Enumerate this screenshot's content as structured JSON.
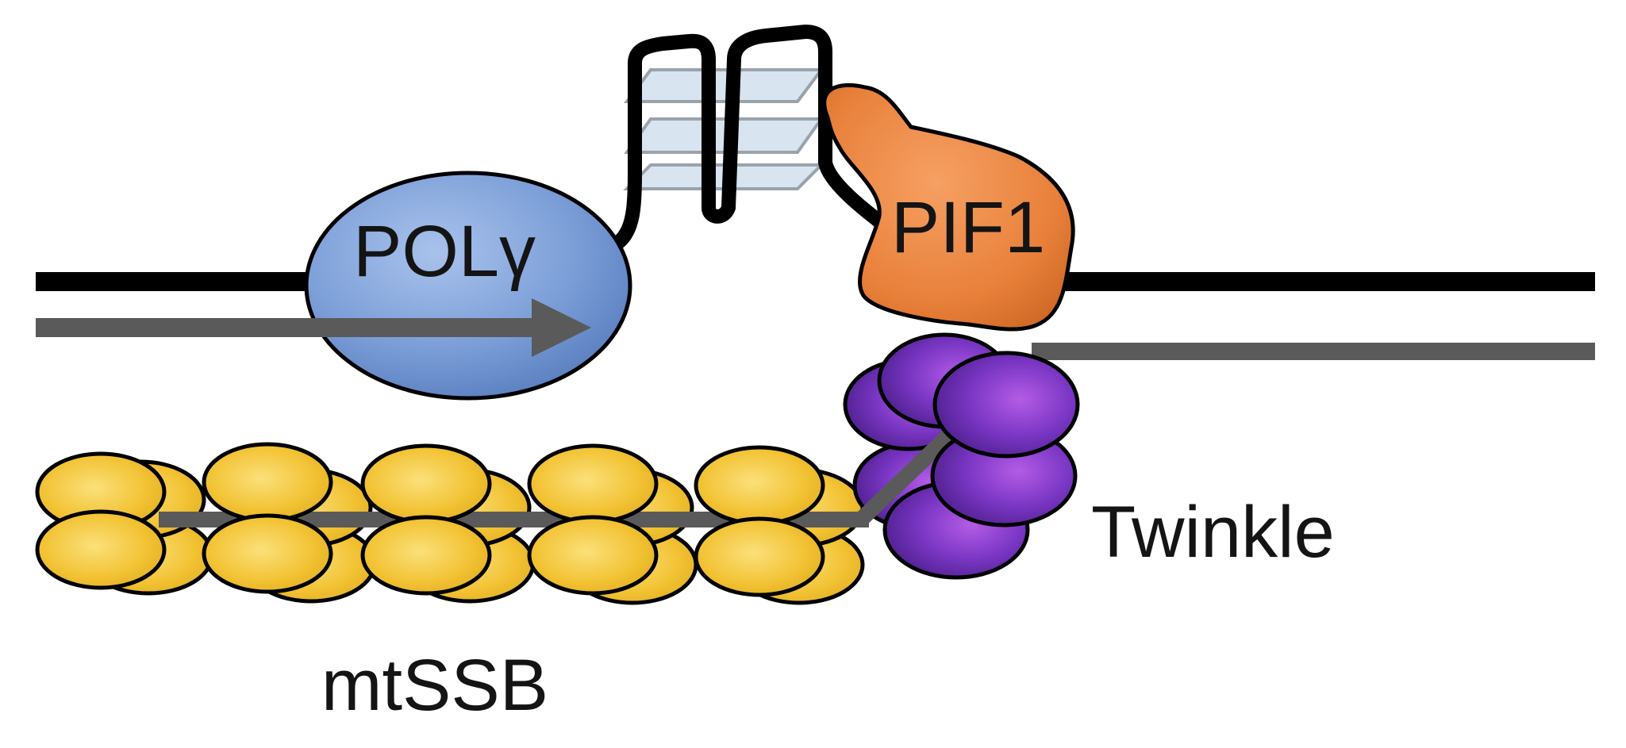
{
  "labels": {
    "polymerase": "POLγ",
    "helicase_pif1": "PIF1",
    "helicase_twinkle": "Twinkle",
    "ssb": "mtSSB"
  },
  "colors": {
    "template_strand": "#000000",
    "nascent_strand": "#5a5a5a",
    "pol_gamma": "#7c9fd8",
    "pif1": "#e8803a",
    "twinkle": "#6a2fb0",
    "mtssb": "#f2c233",
    "g_quartet": "#d8e4ef"
  }
}
